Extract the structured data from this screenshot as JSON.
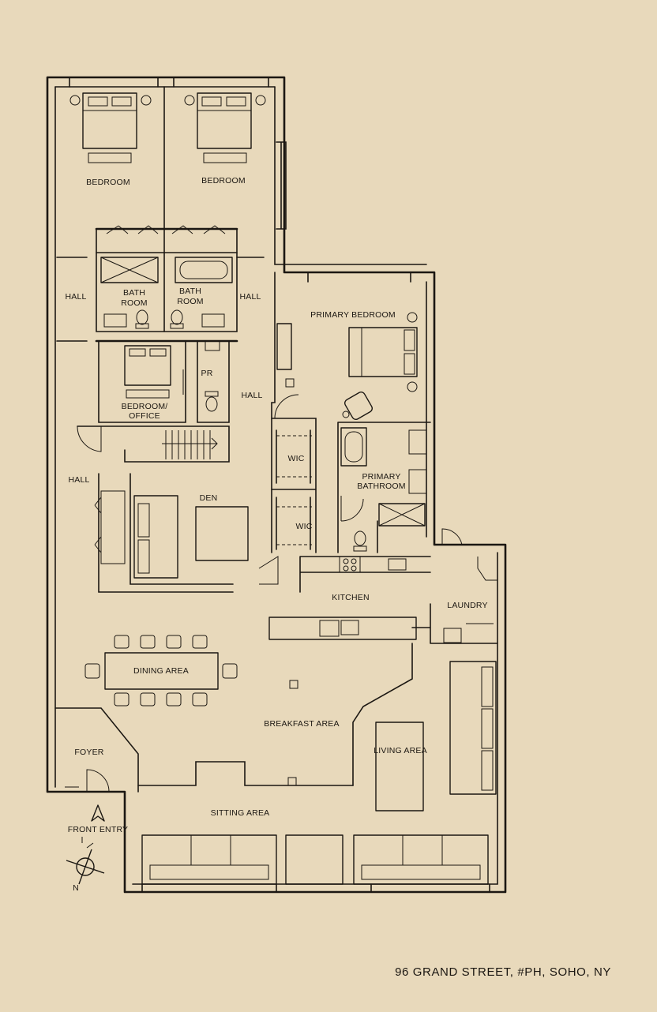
{
  "plan": {
    "address": "96 GRAND STREET, #PH, SOHO, NY",
    "background_color": "#e8d9bb",
    "ink_color": "#1b1712",
    "rooms": [
      {
        "id": "bedroom-1",
        "label": "BEDROOM"
      },
      {
        "id": "bedroom-2",
        "label": "BEDROOM"
      },
      {
        "id": "hall-1",
        "label": "HALL"
      },
      {
        "id": "bathroom-1",
        "label": [
          "BATH",
          "ROOM"
        ]
      },
      {
        "id": "bathroom-2",
        "label": [
          "BATH",
          "ROOM"
        ]
      },
      {
        "id": "hall-2",
        "label": "HALL"
      },
      {
        "id": "primary-bedroom",
        "label": "PRIMARY BEDROOM"
      },
      {
        "id": "pr",
        "label": "PR"
      },
      {
        "id": "hall-3",
        "label": "HALL"
      },
      {
        "id": "bedroom-office",
        "label": [
          "BEDROOM/",
          "OFFICE"
        ]
      },
      {
        "id": "wic-1",
        "label": "WIC"
      },
      {
        "id": "primary-bathroom",
        "label": [
          "PRIMARY",
          "BATHROOM"
        ]
      },
      {
        "id": "hall-4",
        "label": "HALL"
      },
      {
        "id": "den",
        "label": "DEN"
      },
      {
        "id": "wic-2",
        "label": "WIC"
      },
      {
        "id": "kitchen",
        "label": "KITCHEN"
      },
      {
        "id": "laundry",
        "label": "LAUNDRY"
      },
      {
        "id": "dining-area",
        "label": "DINING AREA"
      },
      {
        "id": "breakfast-area",
        "label": "BREAKFAST AREA"
      },
      {
        "id": "living-area",
        "label": "LIVING AREA"
      },
      {
        "id": "foyer",
        "label": "FOYER"
      },
      {
        "id": "sitting-area",
        "label": "SITTING AREA"
      },
      {
        "id": "front-entry",
        "label": "FRONT ENTRY"
      }
    ],
    "north_arrow": {
      "label": "N",
      "icon": "north-compass-icon"
    }
  }
}
